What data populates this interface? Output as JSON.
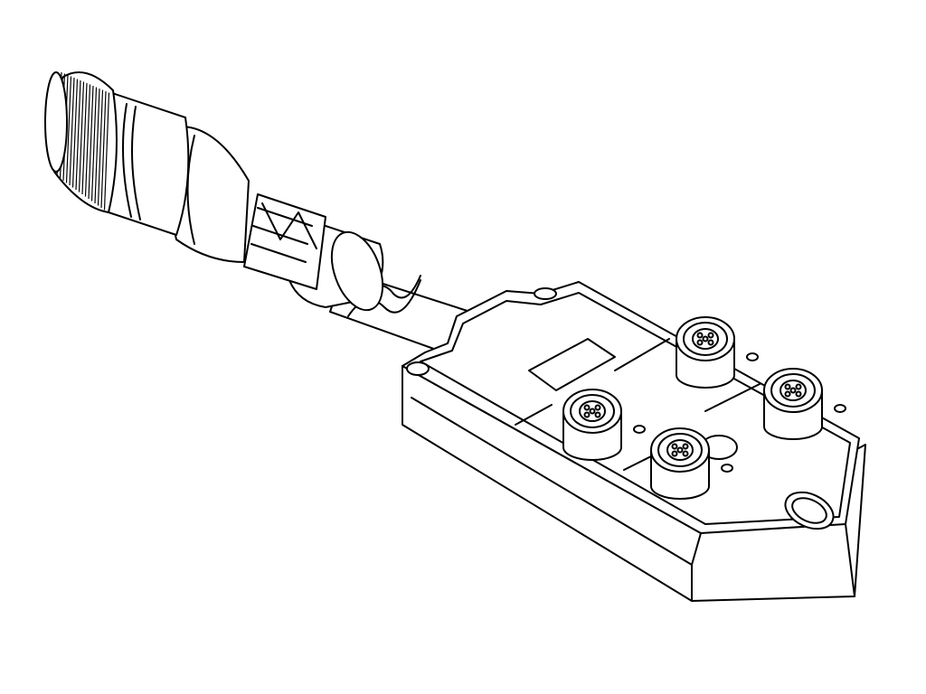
{
  "colors": {
    "stroke": "#000000",
    "background": "#ffffff"
  },
  "parts": {
    "ports": [
      {
        "id": 1
      },
      {
        "id": 2
      },
      {
        "id": 3
      },
      {
        "id": 4
      }
    ]
  }
}
